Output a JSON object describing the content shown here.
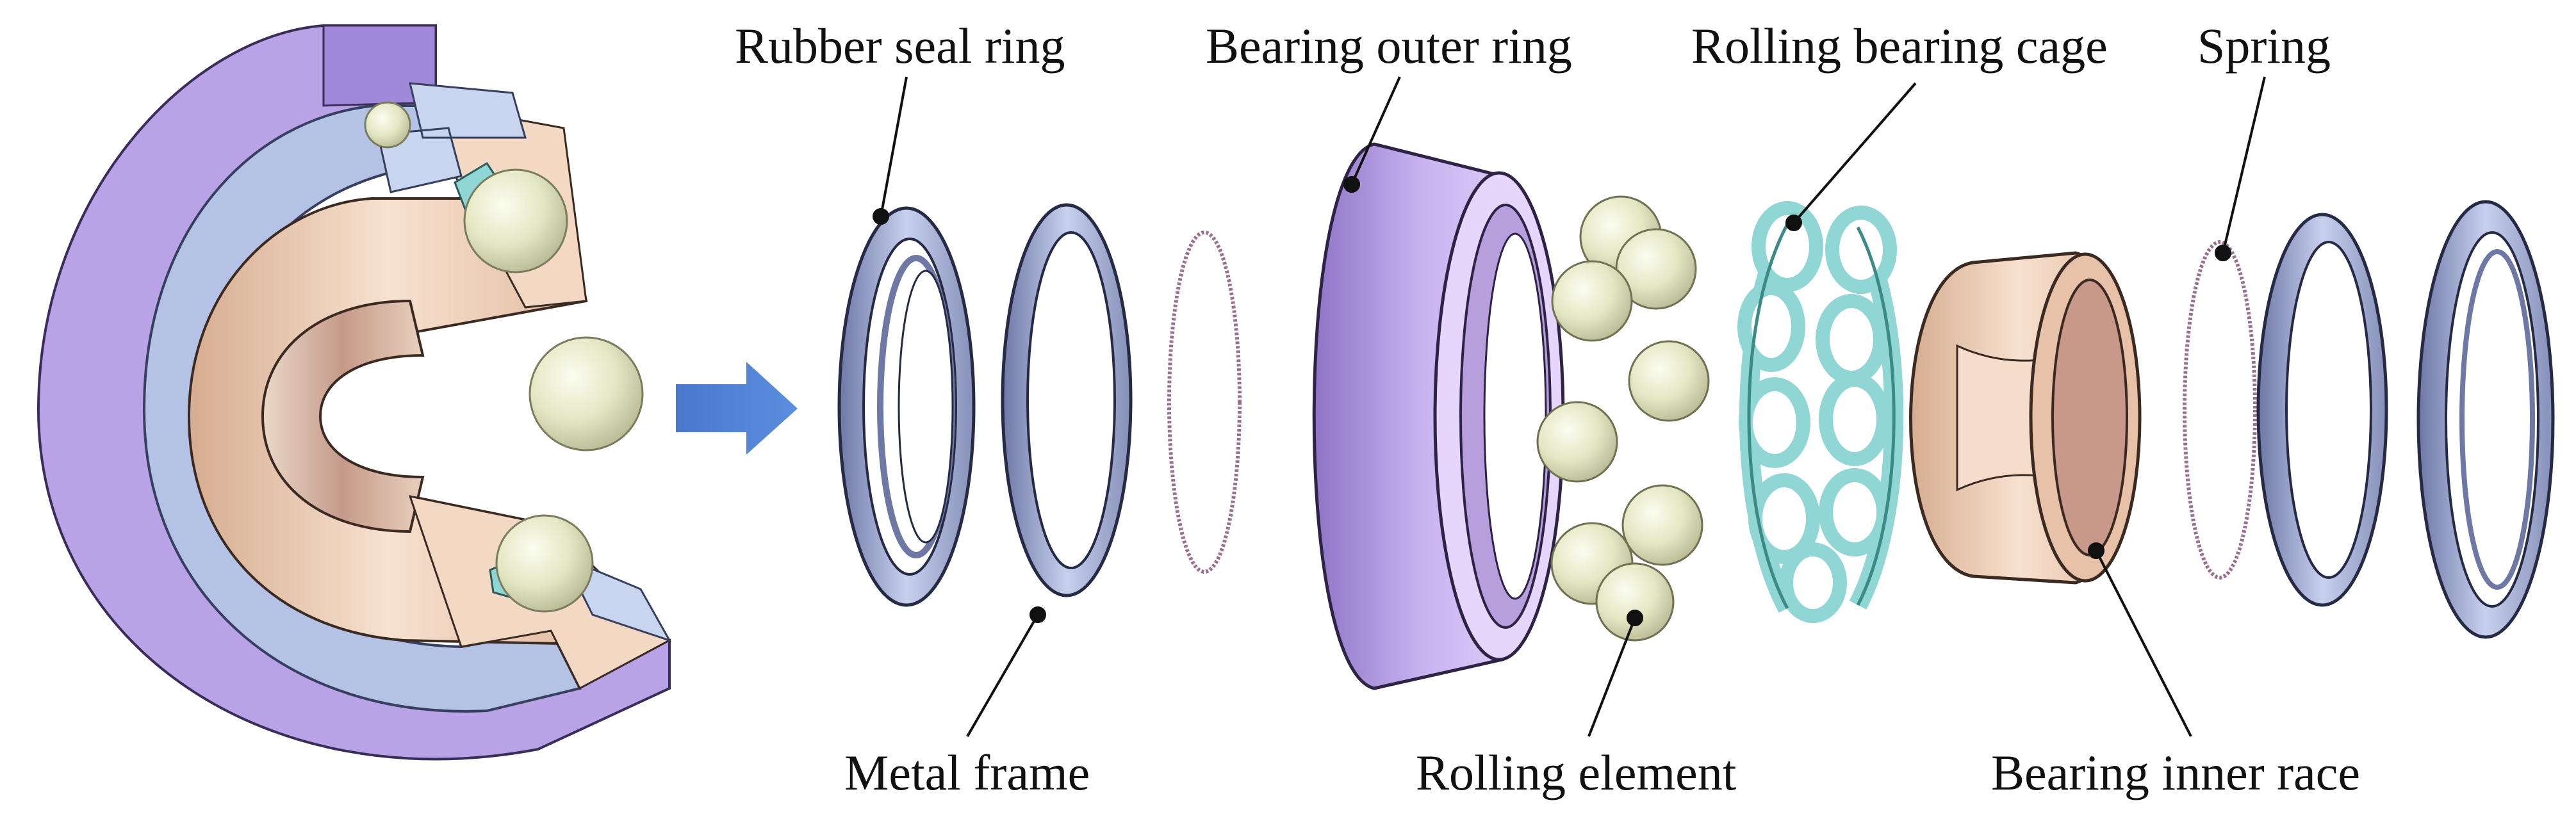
{
  "labels": {
    "rubber_seal_ring": "Rubber seal ring",
    "bearing_outer_ring": "Bearing outer ring",
    "rolling_bearing_cage": "Rolling bearing cage",
    "spring": "Spring",
    "metal_frame": "Metal frame",
    "rolling_element": "Rolling element",
    "bearing_inner_race": "Bearing inner race"
  },
  "colors": {
    "outer_ring": "#b9a3e6",
    "outer_ring_dark": "#8f74c6",
    "seal_plate": "#b4c2e6",
    "inner_race": "#f0cfb8",
    "ball": "#e9ecc9",
    "cage": "#8fd6d4",
    "seal_ring": "#b8c4e4",
    "seal_ring_dark": "#5e6690",
    "spring": "#9a6f8f",
    "arrow": "#4f7fd2"
  },
  "icons": {
    "direction": "right-arrow-icon"
  }
}
